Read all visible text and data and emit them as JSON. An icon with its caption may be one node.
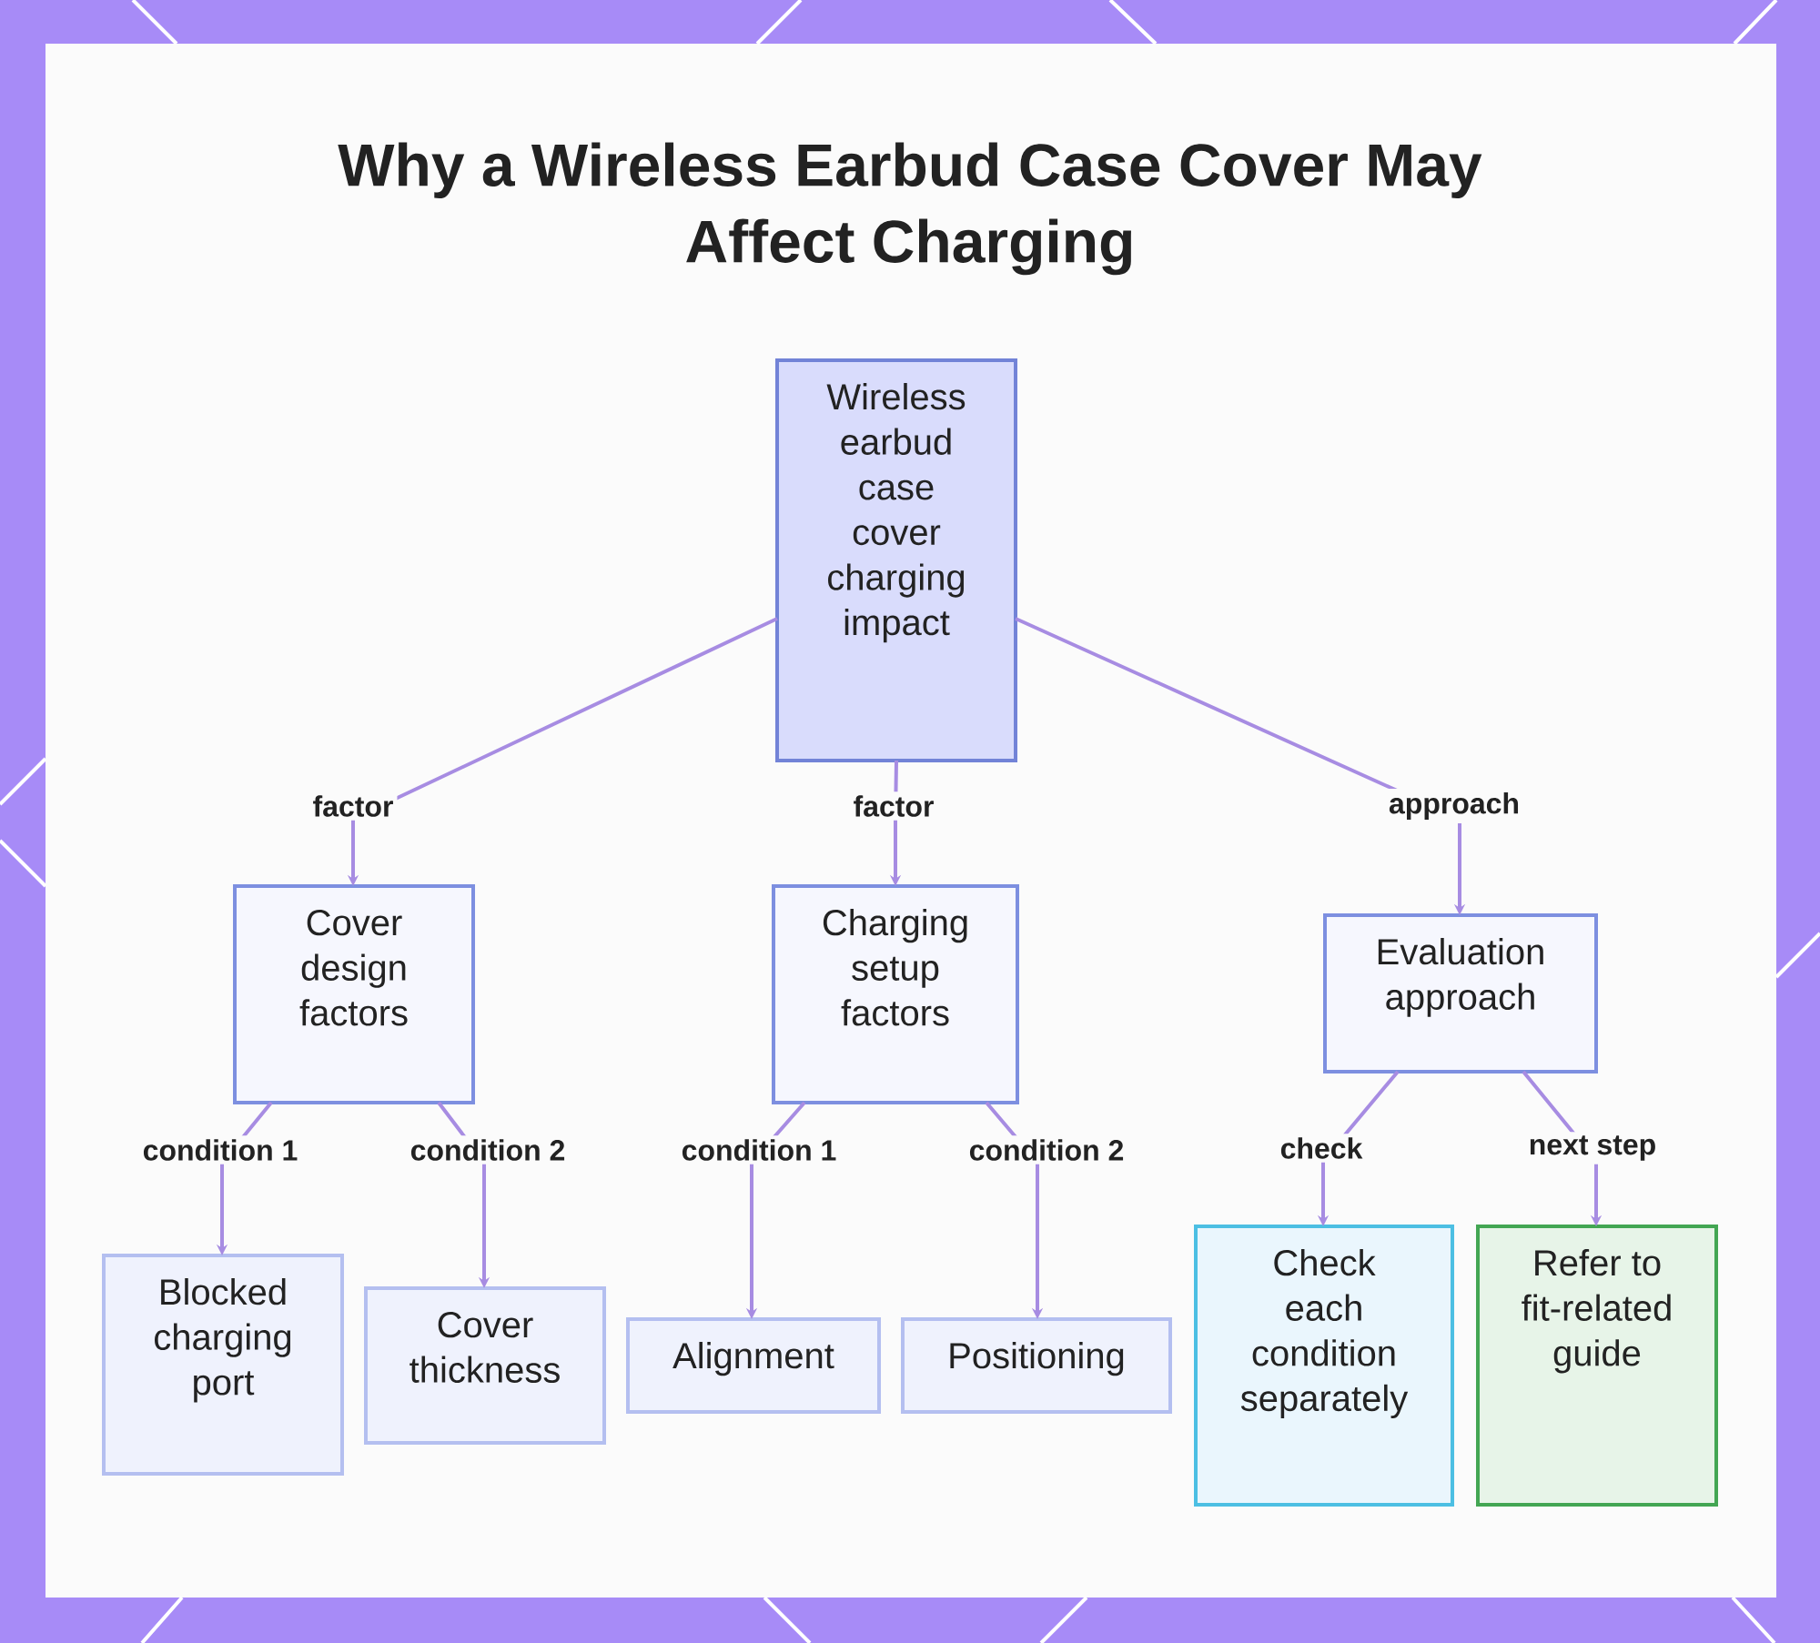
{
  "diagram": {
    "title": "Why a Wireless Earbud Case Cover May Affect Charging",
    "nodes": [
      {
        "text": [
          "Wireless earbud case cover charging impact"
        ]
      },
      {
        "text": [
          "Cover design factors"
        ]
      },
      {
        "text": [
          "Charging setup factors"
        ]
      },
      {
        "text": [
          "Evaluation approach"
        ]
      },
      {
        "text": [
          "Blocked charging port"
        ]
      },
      {
        "text": [
          "Cover thickness"
        ]
      },
      {
        "text": [
          "Alignment"
        ]
      },
      {
        "text": [
          "Positioning"
        ]
      },
      {
        "text": [
          "Check each condition separately"
        ]
      },
      {
        "text": [
          "Refer to fit-related guide"
        ]
      }
    ],
    "edges": [
      {
        "from": 0,
        "to": 1,
        "arrow": "to",
        "label": "factor"
      },
      {
        "from": 0,
        "to": 2,
        "arrow": "to",
        "label": "factor"
      },
      {
        "from": 0,
        "to": 3,
        "arrow": "to",
        "label": "approach"
      },
      {
        "from": 1,
        "to": 4,
        "arrow": "to",
        "label": "condition 1"
      },
      {
        "from": 1,
        "to": 5,
        "arrow": "to",
        "label": "condition 2"
      },
      {
        "from": 2,
        "to": 6,
        "arrow": "to",
        "label": "condition 1"
      },
      {
        "from": 2,
        "to": 7,
        "arrow": "to",
        "label": "condition 2"
      },
      {
        "from": 3,
        "to": 8,
        "arrow": "to",
        "label": "check"
      },
      {
        "from": 3,
        "to": 9,
        "arrow": "to",
        "label": "next step"
      }
    ]
  }
}
